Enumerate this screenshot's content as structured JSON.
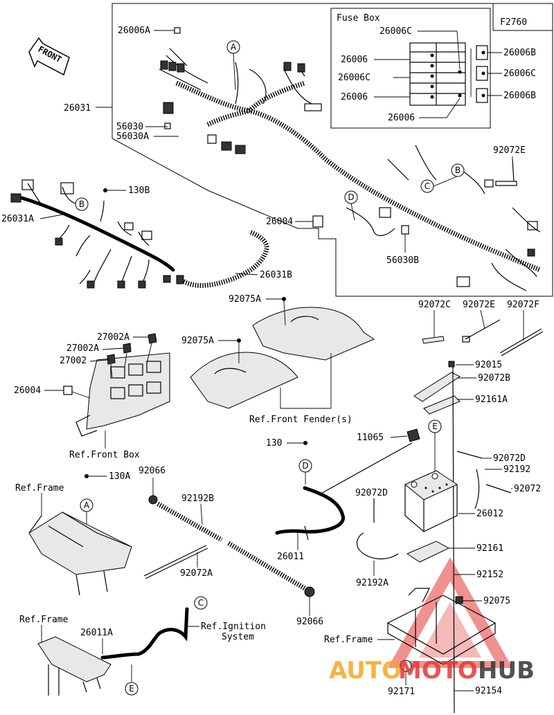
{
  "figure_code": "F2760",
  "fuse_box": {
    "title": "Fuse Box",
    "labels": [
      "26006C",
      "26006",
      "26006C",
      "26006",
      "26006",
      "26006B",
      "26006C",
      "26006B"
    ]
  },
  "part_labels": {
    "p26006A": "26006A",
    "p26031": "26031",
    "p56030": "56030",
    "p56030A": "56030A",
    "p92072E_top": "92072E",
    "p130B": "130B",
    "p26031A": "26031A",
    "p26004_top": "26004",
    "p56030B": "56030B",
    "p26031B": "26031B",
    "p92075A_1": "92075A",
    "p92075A_2": "92075A",
    "p92072C": "92072C",
    "p92072E_mid": "92072E",
    "p92072F": "92072F",
    "p27002A_1": "27002A",
    "p27002A_2": "27002A",
    "p27002": "27002",
    "p26004_left": "26004",
    "p92015": "92015",
    "p92072B": "92072B",
    "p92161A": "92161A",
    "p11065": "11065",
    "p130": "130",
    "p92072D_1": "92072D",
    "p92192": "92192",
    "p130A": "130A",
    "p92066_1": "92066",
    "p92192B": "92192B",
    "p92072D_2": "92072D",
    "p92072": "92072",
    "p26012": "26012",
    "p26011": "26011",
    "p92161": "92161",
    "p92072A": "92072A",
    "p92192A": "92192A",
    "p92152": "92152",
    "p92066_2": "92066",
    "p92075": "92075",
    "p26011A": "26011A",
    "p92171": "92171",
    "p92154": "92154"
  },
  "reference_labels": {
    "front_fender": "Ref.Front Fender(s)",
    "front_box": "Ref.Front Box",
    "frame_1": "Ref.Frame",
    "frame_2": "Ref.Frame",
    "frame_3": "Ref.Frame",
    "ignition_line1": "Ref.Ignition",
    "ignition_line2": "System"
  },
  "front_arrow": "FRONT",
  "callouts": {
    "a_top": "A",
    "b_top": "B",
    "b_left": "B",
    "c_top": "C",
    "d_top": "D",
    "a_frame": "A",
    "d_cable": "D",
    "e_battery": "E",
    "c_ignition": "C",
    "e_ground": "E"
  },
  "watermark": {
    "part1": "AUTO",
    "part2": "MOTO",
    "part3": "HUB",
    "color_orange": "#f5a623",
    "color_red": "#e53935",
    "color_dark": "#333333"
  }
}
